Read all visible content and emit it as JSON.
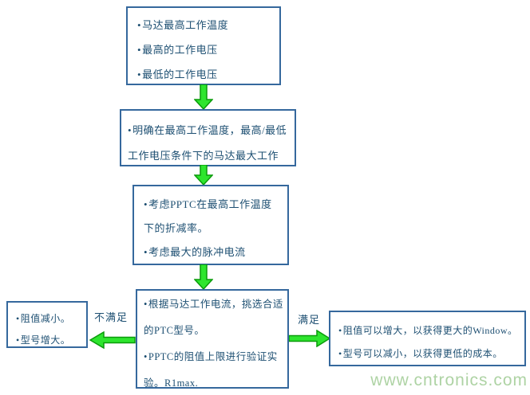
{
  "boxes": {
    "motor_conditions": {
      "bullets": [
        "马达最高工作温度",
        "最高的工作电压",
        "最低的工作电压"
      ]
    },
    "max_working_current": {
      "bullets": [
        "明确在最高工作温度，最高/最低工作电压条件下的马达最大工作"
      ]
    },
    "pptc_derating": {
      "bullets": [
        "考虑PPTC在最高工作温度下的折减率。",
        "考虑最大的脉冲电流"
      ]
    },
    "select_ptc": {
      "bullets": [
        "根据马达工作电流，挑选合适的PTC型号。",
        "PPTC的阻值上限进行验证实验。R1max."
      ]
    },
    "not_satisfied_actions": {
      "bullets": [
        "阻值减小。",
        "型号增大。"
      ]
    },
    "satisfied_actions": {
      "bullets": [
        "阻值可以增大，以获得更大的Window。",
        "型号可以减小，以获得更低的成本。"
      ]
    }
  },
  "labels": {
    "not_satisfied": "不满足",
    "satisfied": "满足"
  },
  "watermark": {
    "text": "www.cntronics.com"
  },
  "colors": {
    "box_border": "#35689d",
    "text": "#1d4f72",
    "arrow_fill": "#2ee52e",
    "arrow_stroke": "#0a9b0a",
    "watermark": "#aed3a4",
    "background": "#ffffff"
  },
  "icons": {
    "bullet_glyph": "•",
    "arrow_down": "arrow-down-icon",
    "arrow_left": "arrow-left-icon",
    "arrow_right": "arrow-right-icon"
  }
}
